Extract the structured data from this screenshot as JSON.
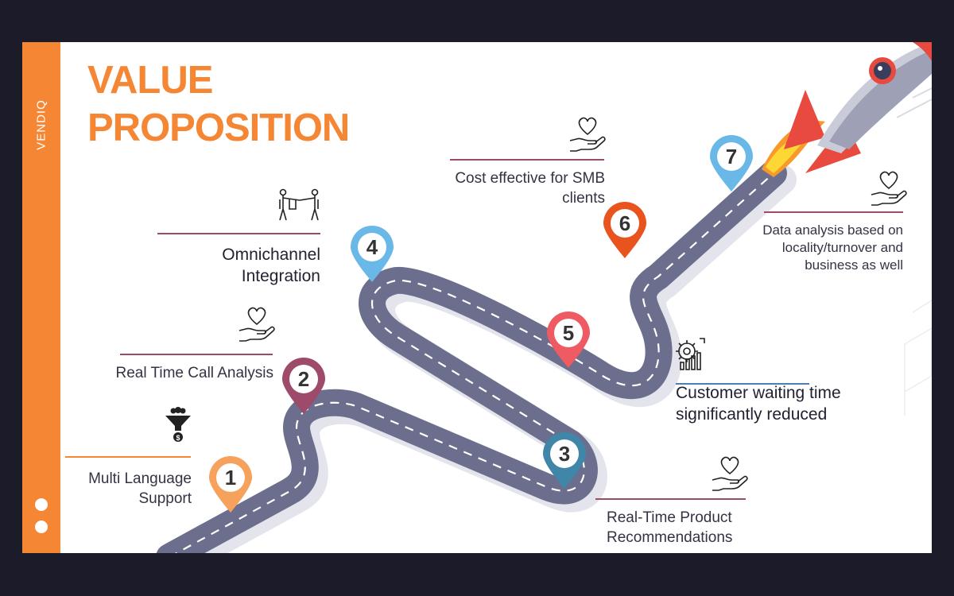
{
  "sidebar": {
    "brand": "VENDIQ"
  },
  "title": {
    "line1": "VALUE",
    "line2": "PROPOSITION"
  },
  "colors": {
    "accent": "#f58634",
    "road": "#6b6e8c",
    "divider": "#9e4a6a",
    "divider_blue": "#4a7fb0"
  },
  "milestones": [
    {
      "number": "1",
      "color": "#f6a15c",
      "label_lines": [
        "Multi Language",
        "Support"
      ],
      "icon": "funnel-users-icon"
    },
    {
      "number": "2",
      "color": "#9e4a6a",
      "label_lines": [
        "Real Time Call Analysis"
      ],
      "icon": "heart-hand-icon"
    },
    {
      "number": "3",
      "color": "#3f86a8",
      "label_lines": [
        "Real-Time Product",
        "Recommendations"
      ],
      "icon": "heart-hand-icon"
    },
    {
      "number": "4",
      "color": "#6ab8e8",
      "label_lines": [
        "Omnichannel",
        "Integration"
      ],
      "icon": "people-handshake-icon"
    },
    {
      "number": "5",
      "color": "#ef5b62",
      "label_lines": [
        "Customer waiting time",
        "significantly reduced"
      ],
      "icon": "gear-chart-icon"
    },
    {
      "number": "6",
      "color": "#e8531e",
      "label_lines": [
        "Cost effective for SMB",
        "clients"
      ],
      "icon": "heart-hand-icon"
    },
    {
      "number": "7",
      "color": "#6ab8e8",
      "label_lines": [
        "Data analysis based on",
        "locality/turnover and",
        "business as well"
      ],
      "icon": "heart-hand-icon"
    }
  ]
}
